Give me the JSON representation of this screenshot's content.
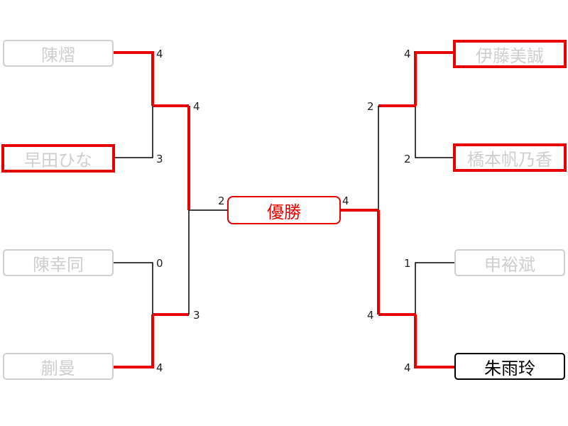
{
  "bracket": {
    "champion_label": "優勝",
    "left": {
      "players": [
        "陳熠",
        "早田ひな",
        "陳幸同",
        "蒯曼"
      ],
      "r1_scores": [
        "4",
        "3",
        "0",
        "4"
      ],
      "r2_scores": [
        "4",
        "3"
      ],
      "final_score": "2"
    },
    "right": {
      "players": [
        "伊藤美誠",
        "橋本帆乃香",
        "申裕斌",
        "朱雨玲"
      ],
      "r1_scores": [
        "4",
        "2",
        "1",
        "4"
      ],
      "r2_scores": [
        "2",
        "4"
      ],
      "final_score": "4"
    }
  },
  "colors": {
    "win_path": "#e60000",
    "loss_path": "#000000",
    "eliminated_text": "#cfcfcf",
    "highlight_border": "#e60000"
  }
}
